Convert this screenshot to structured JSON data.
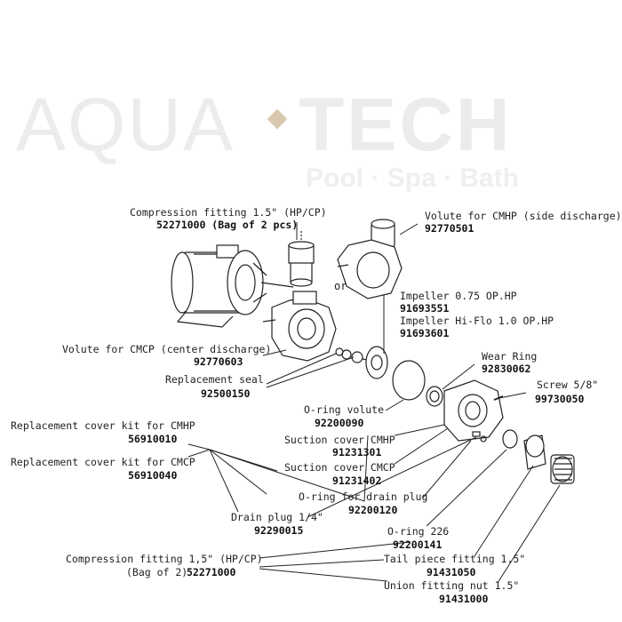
{
  "watermark": {
    "brand_left": "AQUA",
    "brand_right": "TECH",
    "tagline": "Pool · Spa · Bath",
    "accent_color": "#d8c8b0"
  },
  "diagram": {
    "or_label": "or",
    "parts": {
      "compression_fitting_top": {
        "name": "Compression fitting 1.5\" (HP/CP)",
        "number": "52271000 (Bag of 2 pcs)"
      },
      "volute_cmhp": {
        "name": "Volute for CMHP (side discharge)",
        "number": "92770501"
      },
      "impeller_075": {
        "name": "Impeller 0.75 OP.HP",
        "number": "91693551"
      },
      "impeller_hiflo": {
        "name": "Impeller Hi-Flo 1.0 OP.HP",
        "number": "91693601"
      },
      "volute_cmcp": {
        "name": "Volute for CMCP (center discharge)",
        "number": "92770603"
      },
      "wear_ring": {
        "name": "Wear Ring",
        "number": "92830062"
      },
      "replacement_seal": {
        "name": "Replacement seal",
        "number": "92500150"
      },
      "screw": {
        "name": "Screw 5/8\"",
        "number": "99730050"
      },
      "oring_volute": {
        "name": "O-ring volute",
        "number": "92200090"
      },
      "cover_kit_cmhp": {
        "name": "Replacement cover kit for CMHP",
        "number": "56910010"
      },
      "suction_cover_cmhp": {
        "name": "Suction cover CMHP",
        "number": "91231301"
      },
      "cover_kit_cmcp": {
        "name": "Replacement cover kit for CMCP",
        "number": "56910040"
      },
      "suction_cover_cmcp": {
        "name": "Suction cover CMCP",
        "number": "91231402"
      },
      "oring_drain": {
        "name": "O-ring for drain plug",
        "number": "92200120"
      },
      "drain_plug": {
        "name": "Drain plug 1/4\"",
        "number": "92290015"
      },
      "oring_226": {
        "name": "O-ring 226",
        "number": "92200141"
      },
      "compression_fitting_bottom": {
        "name": "Compression fitting 1,5\" (HP/CP)",
        "name2": "(Bag of 2)",
        "number": "52271000"
      },
      "tail_piece": {
        "name": "Tail piece fitting 1.5\"",
        "number": "91431050"
      },
      "union_nut": {
        "name": "Union fitting nut 1.5\"",
        "number": "91431000"
      }
    }
  }
}
